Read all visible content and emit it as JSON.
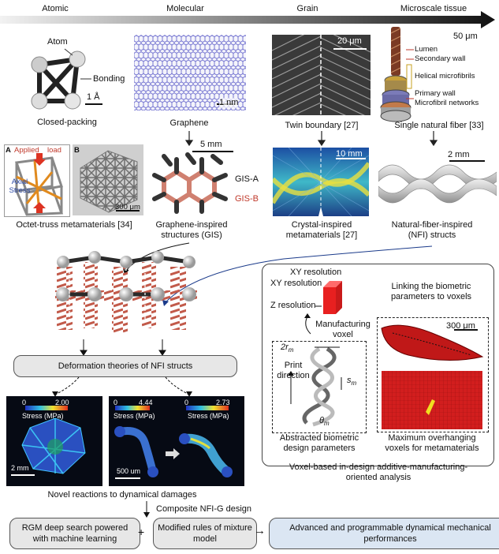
{
  "header": {
    "scales": [
      "Atomic",
      "Molecular",
      "Grain",
      "Microscale tissue"
    ]
  },
  "row1": {
    "atom_label": "Atom",
    "bonding_label": "Bonding",
    "angstrom_scale": "1 Å",
    "closed_packing": "Closed-packing",
    "nm_scale": "1 nm",
    "graphene": "Graphene",
    "um20_scale": "20 μm",
    "twin_boundary": "Twin boundary [27]",
    "um50_scale": "50 μm",
    "lumen": "Lumen",
    "secondary_wall": "Secondary wall",
    "helical_microfibrils": "Helical microfibrils",
    "primary_wall": "Primary wall",
    "microfibril_networks": "Microfibril networks",
    "single_fiber": "Single natural fiber [33]"
  },
  "row2": {
    "panel_a": "A",
    "panel_b": "B",
    "applied_load": "Applied",
    "load": "load",
    "axial_stress": "Axial Stress",
    "um300_scale": "300 μm",
    "octet_truss": "Octet-truss metamaterials [34]",
    "mm5_scale": "5 mm",
    "gis_a": "GIS-A",
    "gis_b": "GIS-B",
    "gis_caption": "Graphene-inspired structures (GIS)",
    "mm10_scale": "10 mm",
    "crystal_caption": "Crystal-inspired metamaterials [27]",
    "mm2_scale": "2 mm",
    "nfi_caption": "Natural-fiber-inspired (NFI) structs"
  },
  "middle": {
    "deformation_box": "Deformation theories of NFI structs",
    "stress1_min": "0",
    "stress1_max": "2.00",
    "stress_label": "Stress (MPa)",
    "mm2_sim": "2 mm",
    "stress2_min": "0",
    "stress2_max": "4.44",
    "stress3_min": "0",
    "stress3_max": "2.73",
    "um500": "500 um",
    "novel_reactions": "Novel reactions to dynamical damages",
    "composite": "Composite NFI-G design"
  },
  "voxel": {
    "xy_resolution_top": "XY resolution",
    "xy_resolution": "XY resolution",
    "z_resolution": "Z resolution",
    "linking": "Linking the biometric parameters to voxels",
    "manufacturing_voxel": "Manufacturing voxel",
    "um300": "300 μm",
    "two_rm": "2r",
    "sub_m": "m",
    "print_direction": "Print direction",
    "s_m": "s",
    "theta_m": "θ",
    "abstracted": "Abstracted biometric design parameters",
    "max_overhang": "Maximum overhanging voxels for metamaterials",
    "voxel_caption": "Voxel-based in-design additive-manufacturing-oriented analysis"
  },
  "bottom": {
    "rgm": "RGM deep search powered with machine learning",
    "plus1": "+",
    "modified": "Modified rules of mixture model",
    "arrow": "→",
    "advanced": "Advanced and programmable dynamical mechanical performances"
  }
}
